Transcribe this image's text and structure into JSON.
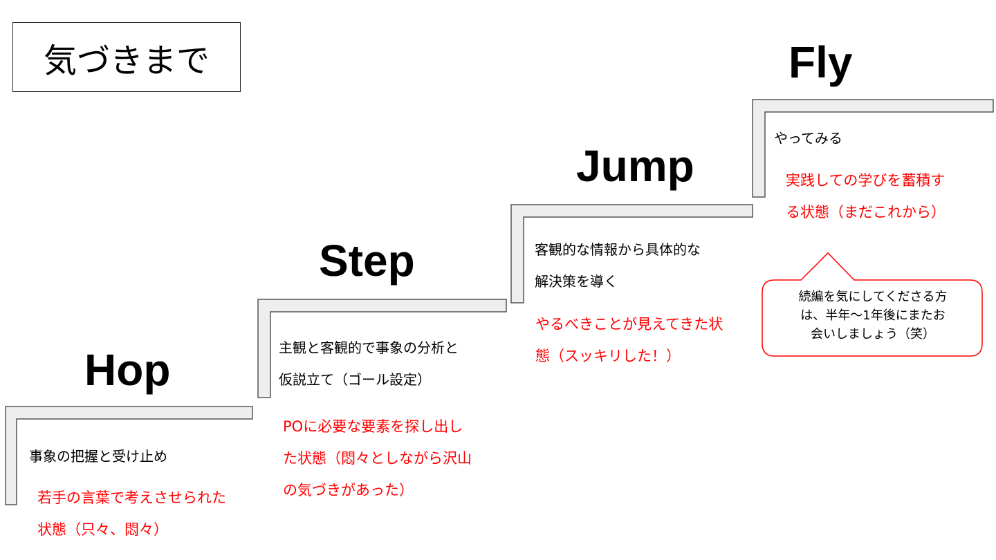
{
  "title": "気づきまで",
  "stages": [
    {
      "name": "Hop",
      "description": [
        "事象の把握と受け止め"
      ],
      "state": [
        "若手の言葉で考えさせられた",
        "状態（只々、悶々）"
      ]
    },
    {
      "name": "Step",
      "description": [
        "主観と客観的で事象の分析と",
        "仮説立て（ゴール設定）"
      ],
      "state": [
        "POに必要な要素を探し出し",
        "た状態（悶々としながら沢山",
        "の気づきがあった）"
      ]
    },
    {
      "name": "Jump",
      "description": [
        "客観的な情報から具体的な",
        "解決策を導く"
      ],
      "state": [
        "やるべきことが見えてきた状",
        "態（スッキリした！）"
      ]
    },
    {
      "name": "Fly",
      "description": [
        "やってみる"
      ],
      "state": [
        "実践しての学びを蓄積す",
        "る状態（まだこれから）"
      ]
    }
  ],
  "callout": [
    "続編を気にしてくださる方",
    "は、半年〜1年後にまたお",
    "会いしましょう（笑）"
  ],
  "colors": {
    "step_fill": "#eeeeee",
    "step_stroke": "#555555",
    "state_text": "#ff0000",
    "callout_border": "#ff0000"
  }
}
